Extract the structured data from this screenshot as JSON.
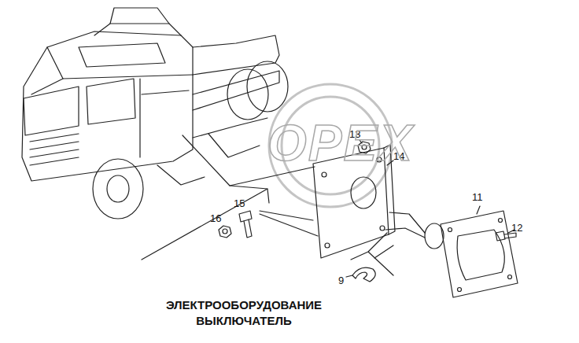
{
  "diagram": {
    "title": "ЭЛЕКТРООБОРУДОВАНИЕ ВЫКЛЮЧАТЕЛЬ",
    "labels": [
      "13",
      "14",
      "11",
      "15",
      "16",
      "12",
      "9",
      "OPEX"
    ]
  }
}
